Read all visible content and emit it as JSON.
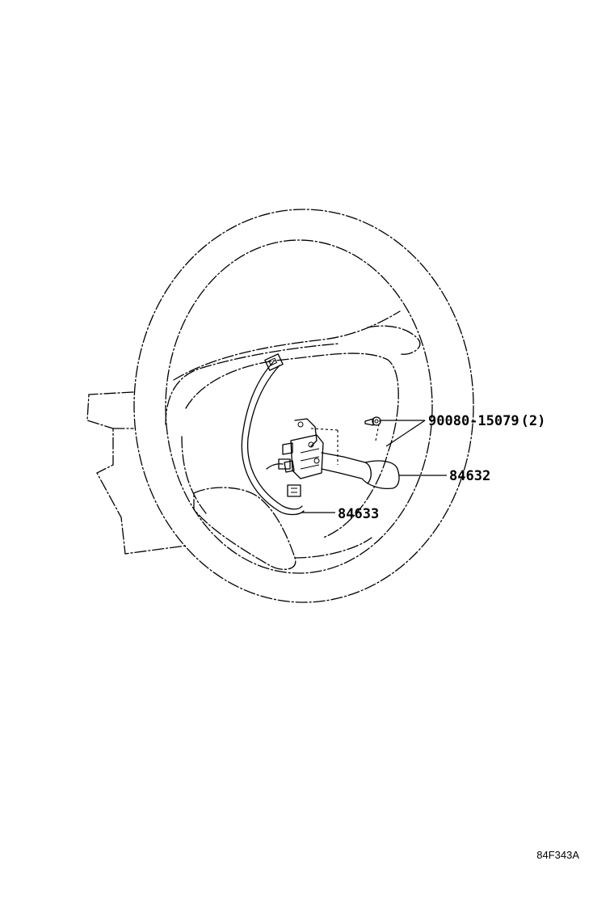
{
  "parts": [
    {
      "id": "screw",
      "label": "90080-15079",
      "qty": "(2)"
    },
    {
      "id": "switch",
      "label": "84632"
    },
    {
      "id": "wire",
      "label": "84633"
    }
  ],
  "figure_code": "84F343A"
}
